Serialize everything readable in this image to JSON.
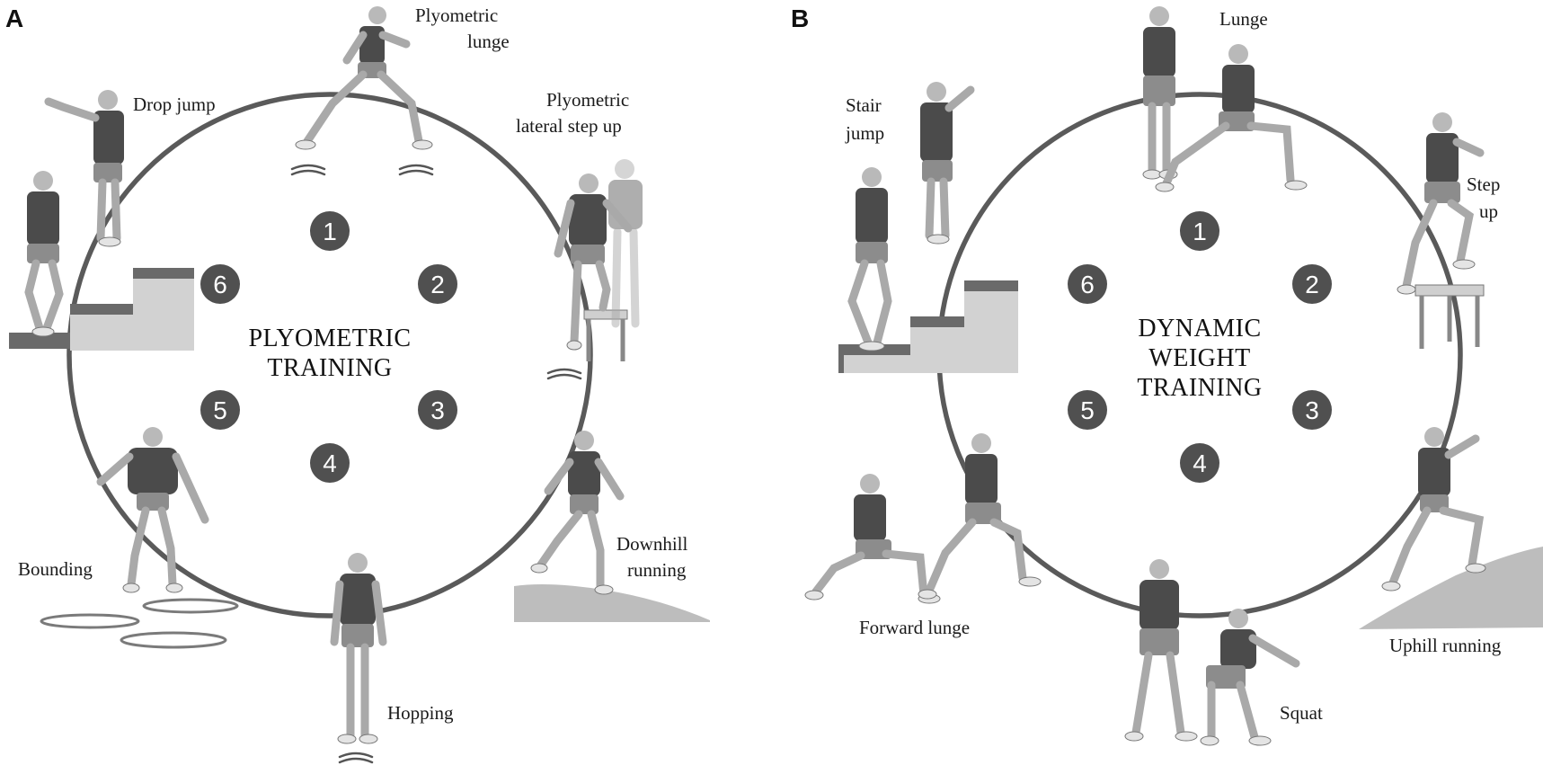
{
  "panels": [
    {
      "letter": "A",
      "title": [
        "PLYOMETRIC",
        "TRAINING"
      ],
      "numbers": [
        "1",
        "2",
        "3",
        "4",
        "5",
        "6"
      ],
      "exercises": {
        "plyo_lunge": [
          "Plyometric",
          "lunge"
        ],
        "lateral_step": [
          "Plyometric",
          "lateral step up"
        ],
        "downhill": [
          "Downhill",
          "running"
        ],
        "hopping": [
          "Hopping"
        ],
        "bounding": [
          "Bounding"
        ],
        "drop_jump": [
          "Drop jump"
        ]
      }
    },
    {
      "letter": "B",
      "title": [
        "DYNAMIC",
        "WEIGHT",
        "TRAINING"
      ],
      "numbers": [
        "1",
        "2",
        "3",
        "4",
        "5",
        "6"
      ],
      "exercises": {
        "lunge": [
          "Lunge"
        ],
        "step_up": [
          "Step",
          "up"
        ],
        "uphill": [
          "Uphill running"
        ],
        "squat": [
          "Squat"
        ],
        "forward_lunge": [
          "Forward lunge"
        ],
        "stair_jump": [
          "Stair",
          "jump"
        ]
      }
    }
  ],
  "colors": {
    "ring": "#5a5a5a",
    "badge": "#505050",
    "text": "#1a1a1a"
  },
  "icons": [
    "athlete-figure-icon",
    "stairs-icon",
    "step-box-icon",
    "hill-icon",
    "hoop-icon",
    "motion-lines-icon"
  ]
}
